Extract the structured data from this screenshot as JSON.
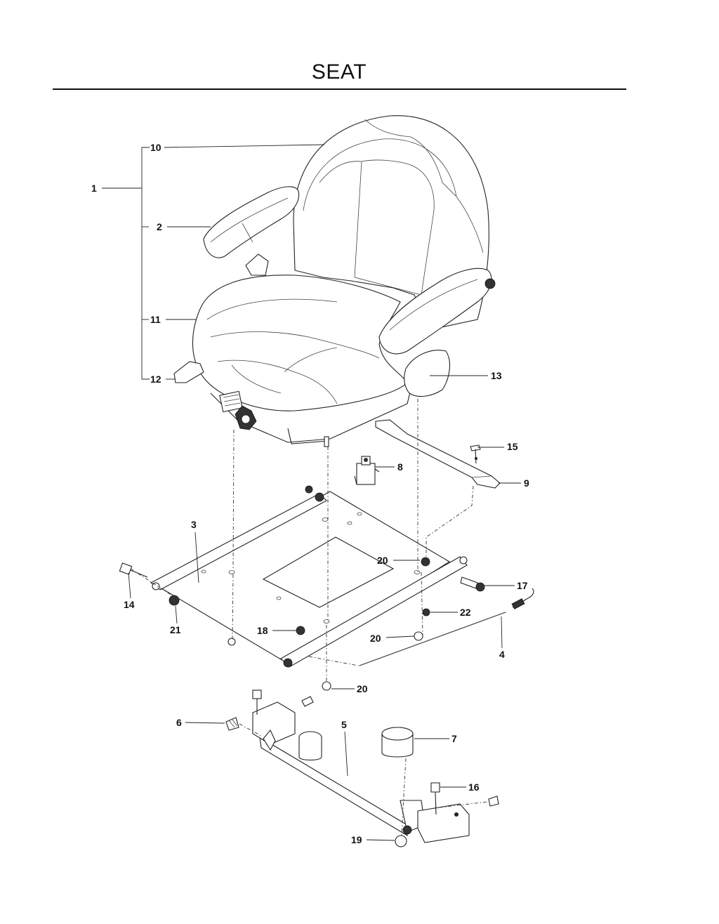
{
  "header": {
    "title": "SEAT"
  },
  "callouts": [
    {
      "id": "c1",
      "label": "1"
    },
    {
      "id": "c10",
      "label": "10"
    },
    {
      "id": "c2",
      "label": "2"
    },
    {
      "id": "c11",
      "label": "11"
    },
    {
      "id": "c12",
      "label": "12"
    },
    {
      "id": "c13",
      "label": "13"
    },
    {
      "id": "c15",
      "label": "15"
    },
    {
      "id": "c8",
      "label": "8"
    },
    {
      "id": "c9",
      "label": "9"
    },
    {
      "id": "c3",
      "label": "3"
    },
    {
      "id": "c20a",
      "label": "20"
    },
    {
      "id": "c17",
      "label": "17"
    },
    {
      "id": "c14",
      "label": "14"
    },
    {
      "id": "c21",
      "label": "21"
    },
    {
      "id": "c22",
      "label": "22"
    },
    {
      "id": "c18",
      "label": "18"
    },
    {
      "id": "c20b",
      "label": "20"
    },
    {
      "id": "c4",
      "label": "4"
    },
    {
      "id": "c20c",
      "label": "20"
    },
    {
      "id": "c6",
      "label": "6"
    },
    {
      "id": "c5",
      "label": "5"
    },
    {
      "id": "c7",
      "label": "7"
    },
    {
      "id": "c16",
      "label": "16"
    },
    {
      "id": "c19",
      "label": "19"
    }
  ]
}
